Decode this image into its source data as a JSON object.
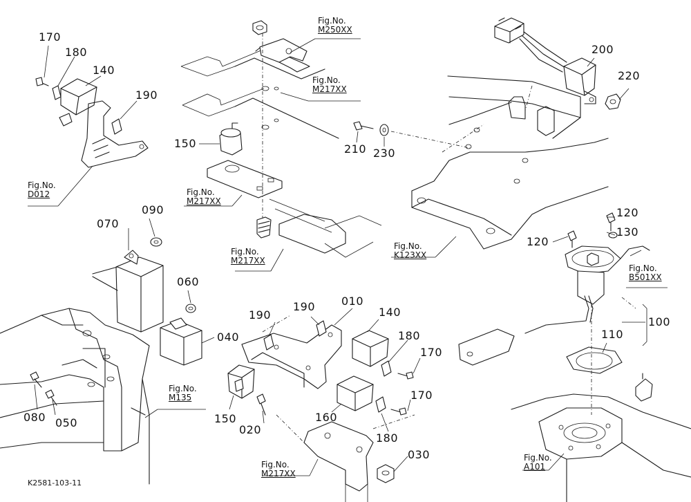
{
  "diagram_id": "K2581-103-11",
  "part_numbers": {
    "p170a": "170",
    "p180a": "180",
    "p140a": "140",
    "p190a": "190",
    "p150a": "150",
    "p070": "070",
    "p090": "090",
    "p060": "060",
    "p040": "040",
    "p080": "080",
    "p050": "050",
    "p190b": "190",
    "p190c": "190",
    "p010": "010",
    "p140b": "140",
    "p180b": "180",
    "p170b": "170",
    "p150b": "150",
    "p020": "020",
    "p160": "160",
    "p170c": "170",
    "p180c": "180",
    "p030": "030",
    "p200": "200",
    "p220": "220",
    "p210": "210",
    "p230": "230",
    "p120a": "120",
    "p120b": "120",
    "p130": "130",
    "p100": "100",
    "p110": "110"
  },
  "fig_refs": {
    "d012": {
      "label": "Fig.No.",
      "code": "D012"
    },
    "m250": {
      "label": "Fig.No.",
      "code": "M250XX"
    },
    "m217a": {
      "label": "Fig.No.",
      "code": "M217XX"
    },
    "m217b": {
      "label": "Fig.No.",
      "code": "M217XX"
    },
    "m217c": {
      "label": "Fig.No.",
      "code": "M217XX"
    },
    "m217d": {
      "label": "Fig.No.",
      "code": "M217XX"
    },
    "m135": {
      "label": "Fig.No.",
      "code": "M135"
    },
    "k123": {
      "label": "Fig.No.",
      "code": "K123XX"
    },
    "b501": {
      "label": "Fig.No.",
      "code": "B501XX"
    },
    "a101": {
      "label": "Fig.No.",
      "code": "A101"
    }
  }
}
